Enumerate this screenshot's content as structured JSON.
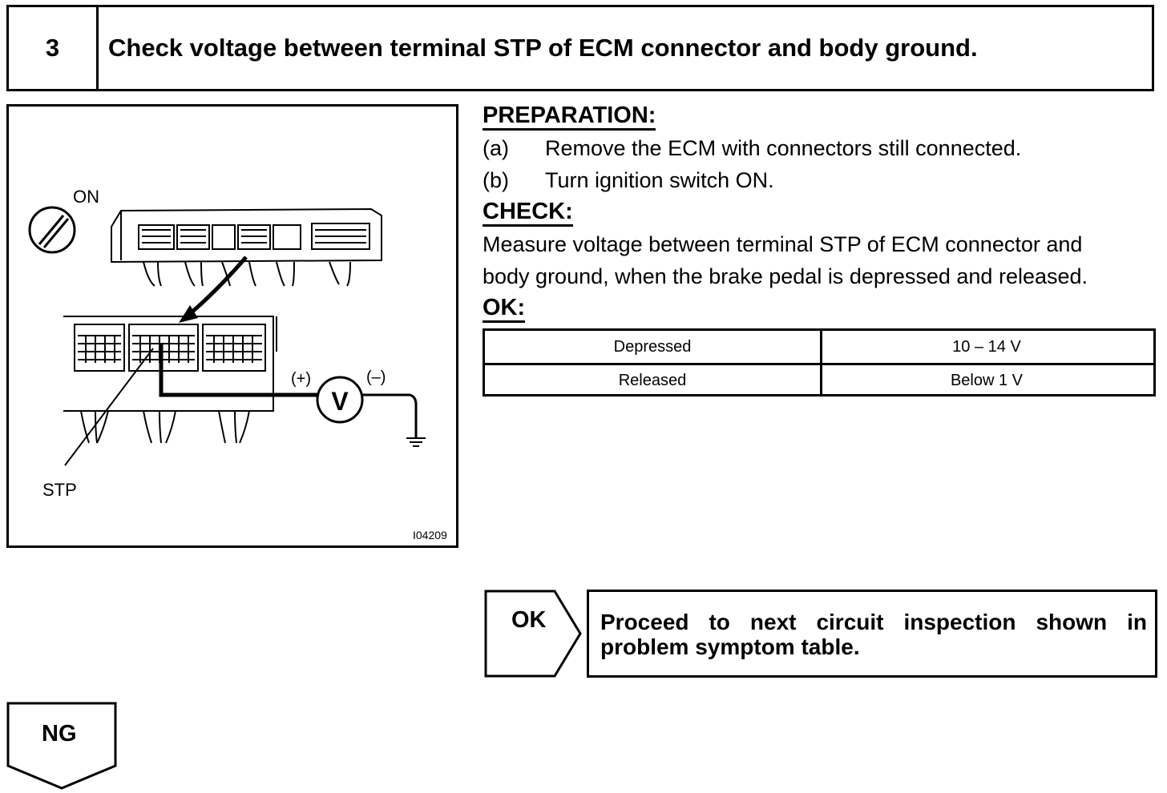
{
  "step": {
    "number": "3",
    "title": "Check voltage between terminal STP of ECM connector and body ground."
  },
  "figure": {
    "ignition_label": "ON",
    "terminal_label": "STP",
    "meter_symbol": "V",
    "plus_label": "(+)",
    "minus_label": "(–)",
    "figure_code": "I04209"
  },
  "preparation": {
    "heading": "PREPARATION:",
    "steps": [
      {
        "label": "(a)",
        "text": "Remove the ECM with connectors still connected."
      },
      {
        "label": "(b)",
        "text": "Turn ignition switch ON."
      }
    ]
  },
  "check": {
    "heading": "CHECK:",
    "lines": [
      "Measure voltage between terminal STP of ECM connector and",
      "body ground, when the brake pedal is depressed and released."
    ]
  },
  "ok_spec": {
    "heading": "OK:",
    "rows": [
      {
        "condition": "Depressed",
        "value": "10 – 14 V"
      },
      {
        "condition": "Released",
        "value": "Below 1 V"
      }
    ]
  },
  "results": {
    "ok_label": "OK",
    "ok_text": "Proceed to next circuit inspection shown in problem symptom table.",
    "ng_label": "NG"
  }
}
